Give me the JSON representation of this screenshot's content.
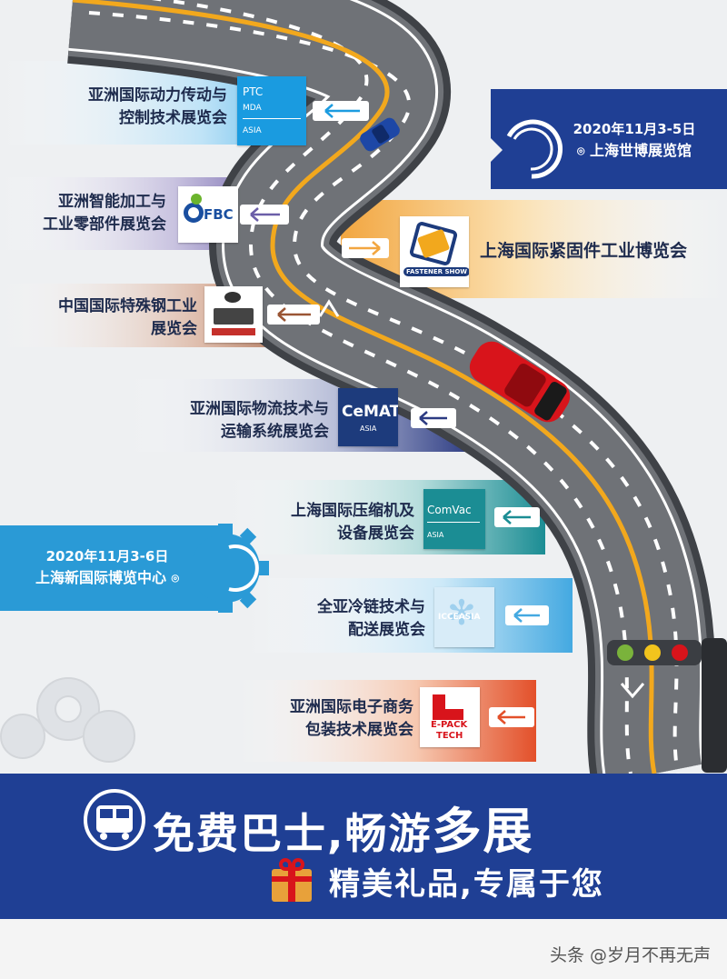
{
  "exhibitions": [
    {
      "name_lines": [
        "亚洲国际动力传动与",
        "控制技术展览会"
      ],
      "logo": {
        "lines": [
          "PTC",
          "MDA",
          "ASIA"
        ]
      }
    },
    {
      "name_lines": [
        "亚洲智能加工与",
        "工业零部件展览会"
      ],
      "logo": {
        "lines": [
          "FBC"
        ]
      }
    },
    {
      "name_lines": [
        "上海国际紧固件工业博览会"
      ],
      "logo": {
        "lines": [
          "FASTENER SHOW"
        ]
      }
    },
    {
      "name_lines": [
        "中国国际特殊钢工业",
        "展览会"
      ],
      "logo": {
        "lines": []
      }
    },
    {
      "name_lines": [
        "亚洲国际物流技术与",
        "运输系统展览会"
      ],
      "logo": {
        "lines": [
          "CeMAT",
          "ASIA"
        ]
      }
    },
    {
      "name_lines": [
        "上海国际压缩机及",
        "设备展览会"
      ],
      "logo": {
        "lines": [
          "ComVac",
          "ASIA"
        ]
      }
    },
    {
      "name_lines": [
        "全亚冷链技术与",
        "配送展览会"
      ],
      "logo": {
        "lines": [
          "ICCEASIA"
        ]
      }
    },
    {
      "name_lines": [
        "亚洲国际电子商务",
        "包装技术展览会"
      ],
      "logo": {
        "lines": [
          "E-PACK",
          "TECH"
        ]
      }
    }
  ],
  "venues": [
    {
      "date": "2020年11月3-5日",
      "place": "上海世博展览馆"
    },
    {
      "date": "2020年11月3-6日",
      "place": "上海新国际博览中心"
    }
  ],
  "footer": {
    "slogan1_a": "免费巴士,畅游",
    "slogan1_b": "多展",
    "slogan2": "精美礼品,专属于您"
  },
  "watermark": "头条 @岁月不再无声",
  "icons": [
    "bus-icon",
    "gift-icon",
    "location-pin-icon",
    "gear-icon",
    "traffic-light-icon",
    "car-icon",
    "arrow-left-icon",
    "arrow-right-icon"
  ],
  "colors": {
    "road": "#6f7277",
    "road_edge": "#3f4247",
    "center_line": "#f2a81d",
    "navy": "#1f3f94",
    "light_blue": "#2a9ad6",
    "car_red": "#d8141b",
    "car_blue": "#1d47a6"
  }
}
